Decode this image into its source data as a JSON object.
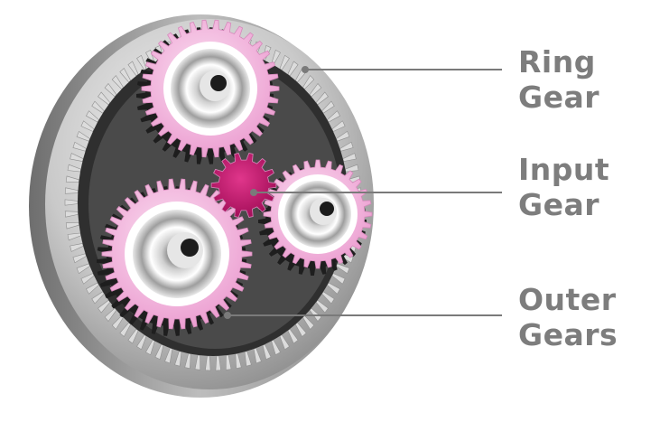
{
  "labels": {
    "ring": {
      "line1": "Ring",
      "line2": "Gear"
    },
    "input": {
      "line1": "Input",
      "line2": "Gear"
    },
    "outer": {
      "line1": "Outer",
      "line2": "Gears"
    }
  },
  "colors": {
    "label_text": "#7d7d7d",
    "leader_line": "#7a7a7a",
    "planet_gear": "#f2aedd",
    "sun_gear": "#c5176f",
    "ring_metal": "#b5b5b5",
    "dark_teeth": "#3a3a3a"
  }
}
